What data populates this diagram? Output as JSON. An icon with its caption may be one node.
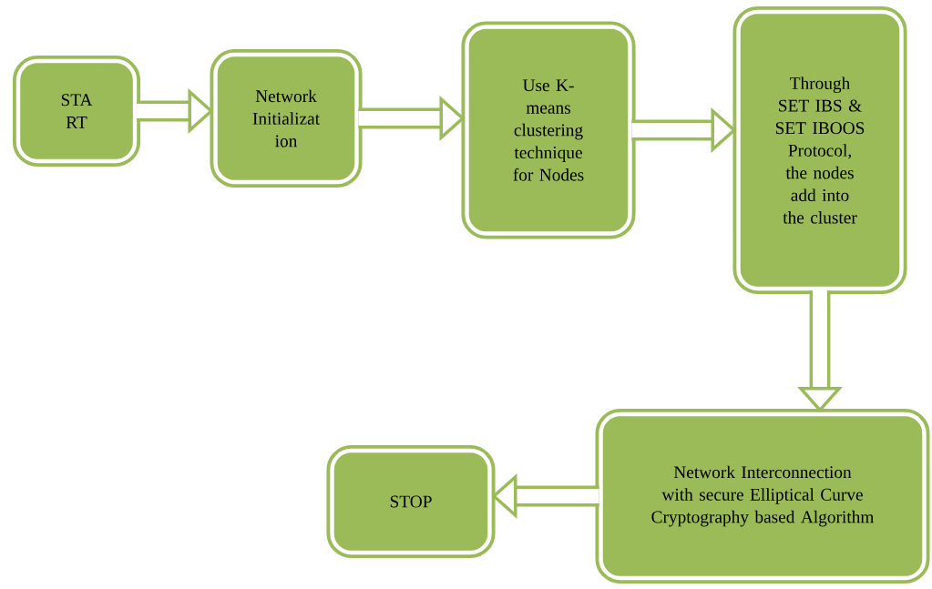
{
  "diagram": {
    "nodes": [
      {
        "text": [
          "STA RT"
        ]
      },
      {
        "text": [
          "Network Initializat ion"
        ]
      },
      {
        "text": [
          "Use K- means clustering technique for Nodes"
        ]
      },
      {
        "text": [
          "Through SET IBS & SET IBOOS Protocol, the nodes add into the cluster"
        ]
      },
      {
        "text": [
          "Network Interconnection with secure Elliptical Curve Cryptography based Algorithm"
        ]
      },
      {
        "text": [
          "STOP"
        ]
      }
    ],
    "edges": [
      {
        "from": 0,
        "to": 1,
        "arrow": "to"
      },
      {
        "from": 1,
        "to": 2,
        "arrow": "to"
      },
      {
        "from": 2,
        "to": 3,
        "arrow": "to"
      },
      {
        "from": 3,
        "to": 4,
        "arrow": "to"
      },
      {
        "from": 4,
        "to": 5,
        "arrow": "to"
      }
    ]
  }
}
